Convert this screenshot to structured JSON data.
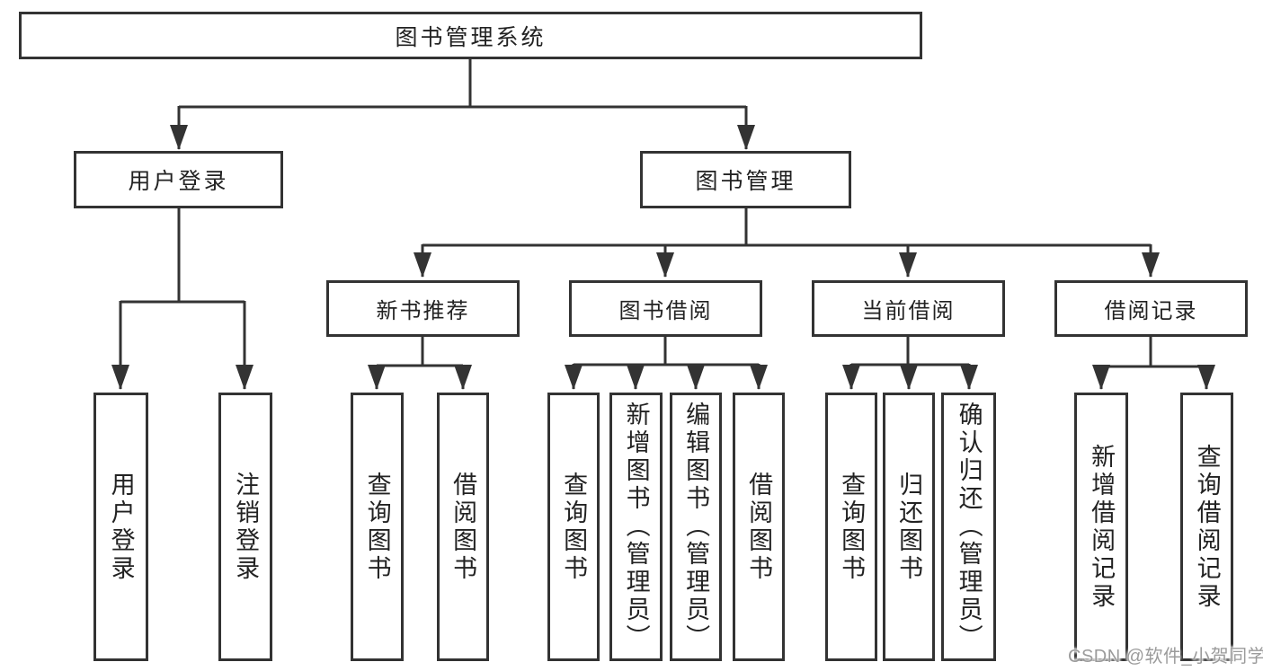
{
  "diagram_title": "图书管理系统",
  "colors": {
    "line": "#333333",
    "box_fill": "#ffffff",
    "text": "#222222",
    "watermark": "#9b9b9b",
    "background": "#ffffff"
  },
  "watermark": {
    "text": "CSDN @软件_小贺同学"
  },
  "tree": {
    "label": "图书管理系统",
    "children": [
      {
        "label": "用户登录",
        "children": [
          {
            "label": "用户登录"
          },
          {
            "label": "注销登录"
          }
        ]
      },
      {
        "label": "图书管理",
        "children": [
          {
            "label": "新书推荐",
            "children": [
              {
                "label": "查询图书"
              },
              {
                "label": "借阅图书"
              }
            ]
          },
          {
            "label": "图书借阅",
            "children": [
              {
                "label": "查询图书"
              },
              {
                "label": "新增图书（管理员）"
              },
              {
                "label": "编辑图书（管理员）"
              },
              {
                "label": "借阅图书"
              }
            ]
          },
          {
            "label": "当前借阅",
            "children": [
              {
                "label": "查询图书"
              },
              {
                "label": "归还图书"
              },
              {
                "label": "确认归还（管理员）"
              }
            ]
          },
          {
            "label": "借阅记录",
            "children": [
              {
                "label": "新增借阅记录"
              },
              {
                "label": "查询借阅记录"
              }
            ]
          }
        ]
      }
    ]
  }
}
